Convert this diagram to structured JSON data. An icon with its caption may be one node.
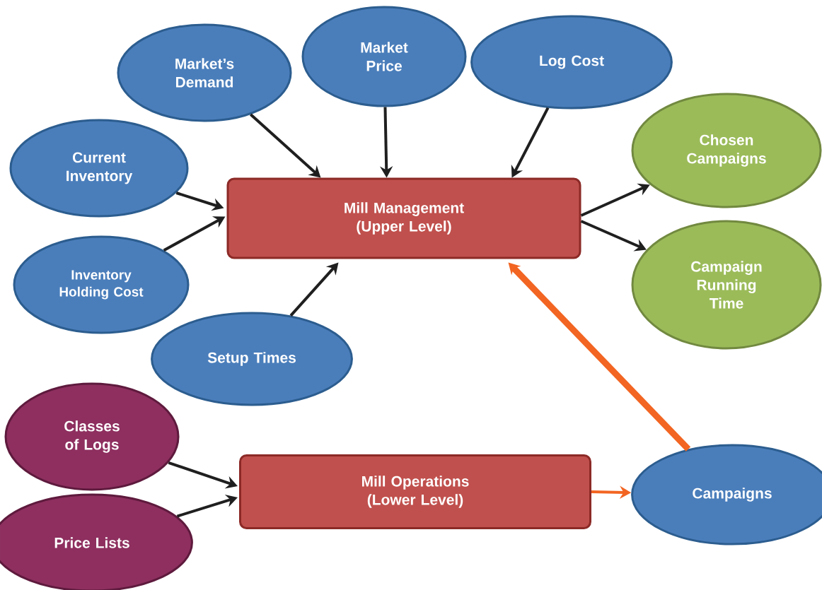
{
  "diagram": {
    "nodes": [
      {
        "text": [
          "Market’s Demand"
        ]
      },
      {
        "text": [
          "Market Price"
        ]
      },
      {
        "text": [
          "Log Cost"
        ]
      },
      {
        "text": [
          "Current Inventory"
        ]
      },
      {
        "text": [
          "Mill Management (Upper Level)"
        ]
      },
      {
        "text": [
          "Chosen Campaigns"
        ]
      },
      {
        "text": [
          "Inventory Holding Cost"
        ]
      },
      {
        "text": [
          "Campaign Running Time"
        ]
      },
      {
        "text": [
          "Setup Times"
        ]
      },
      {
        "text": [
          "Classes of Logs"
        ]
      },
      {
        "text": [
          "Mill Operations (Lower Level)"
        ]
      },
      {
        "text": [
          "Price Lists"
        ]
      },
      {
        "text": [
          "Campaigns"
        ]
      }
    ],
    "edges": [
      {
        "from": 0,
        "to": 4,
        "arrow": "to"
      },
      {
        "from": 1,
        "to": 4,
        "arrow": "to"
      },
      {
        "from": 2,
        "to": 4,
        "arrow": "to"
      },
      {
        "from": 3,
        "to": 4,
        "arrow": "to"
      },
      {
        "from": 6,
        "to": 4,
        "arrow": "to"
      },
      {
        "from": 8,
        "to": 4,
        "arrow": "to"
      },
      {
        "from": 4,
        "to": 5,
        "arrow": "to"
      },
      {
        "from": 4,
        "to": 7,
        "arrow": "to"
      },
      {
        "from": 12,
        "to": 4,
        "arrow": "to",
        "style": "thick",
        "color": "#f26522"
      },
      {
        "from": 9,
        "to": 10,
        "arrow": "to"
      },
      {
        "from": 11,
        "to": 10,
        "arrow": "to"
      },
      {
        "from": 10,
        "to": 12,
        "arrow": "to",
        "color": "#f26522"
      }
    ]
  }
}
